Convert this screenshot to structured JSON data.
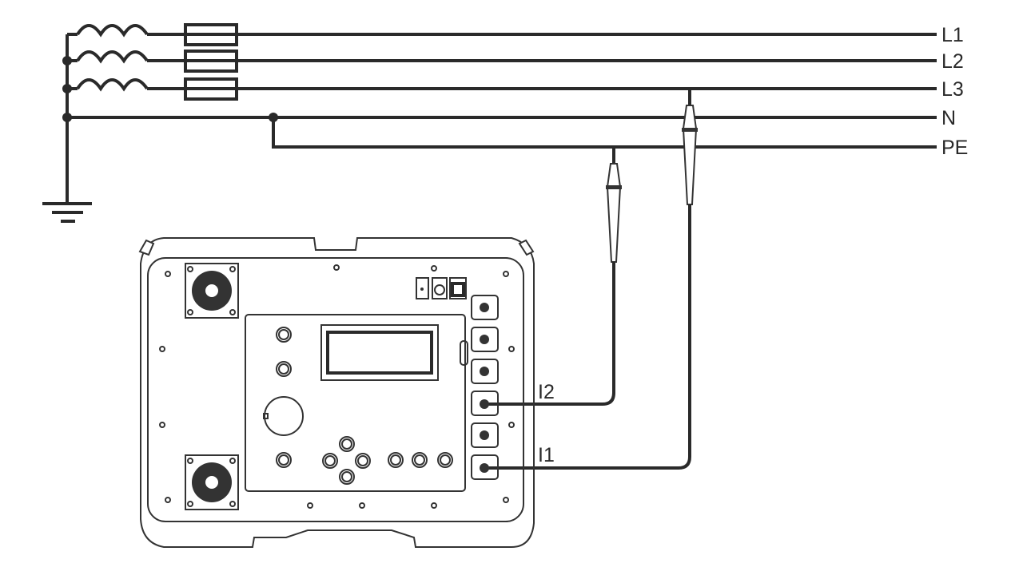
{
  "lines": {
    "l1": "L1",
    "l2": "L2",
    "l3": "L3",
    "n": "N",
    "pe": "PE"
  },
  "terminals": {
    "i1": "I1",
    "i2": "I2"
  },
  "colors": {
    "ink": "#2a2a2a",
    "background": "#ffffff"
  }
}
